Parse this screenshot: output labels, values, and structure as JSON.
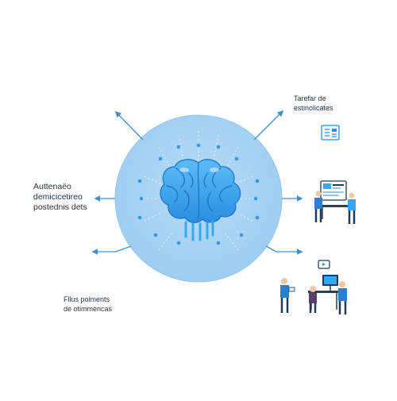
{
  "colors": {
    "circle": "#a9d4f3",
    "circle_edge": "#93c6ee",
    "accent": "#2f8fd9",
    "brain": "#3aa6f0",
    "brain_dark": "#1b76c9",
    "arrow": "#3b8fd6"
  },
  "labels": {
    "left_top": [
      "Auttenaëo",
      "demicicetireo",
      "postednis dets"
    ],
    "left_bottom": [
      "Fllus poiments",
      "de otimmencas"
    ],
    "right_top": [
      "Tarefar de",
      "estinolicates"
    ]
  },
  "icons": {
    "center": "brain-icon",
    "right_top": "document-chart-icon",
    "right_middle": "people-at-dashboard-illustration",
    "right_bottom": "team-working-illustration"
  }
}
